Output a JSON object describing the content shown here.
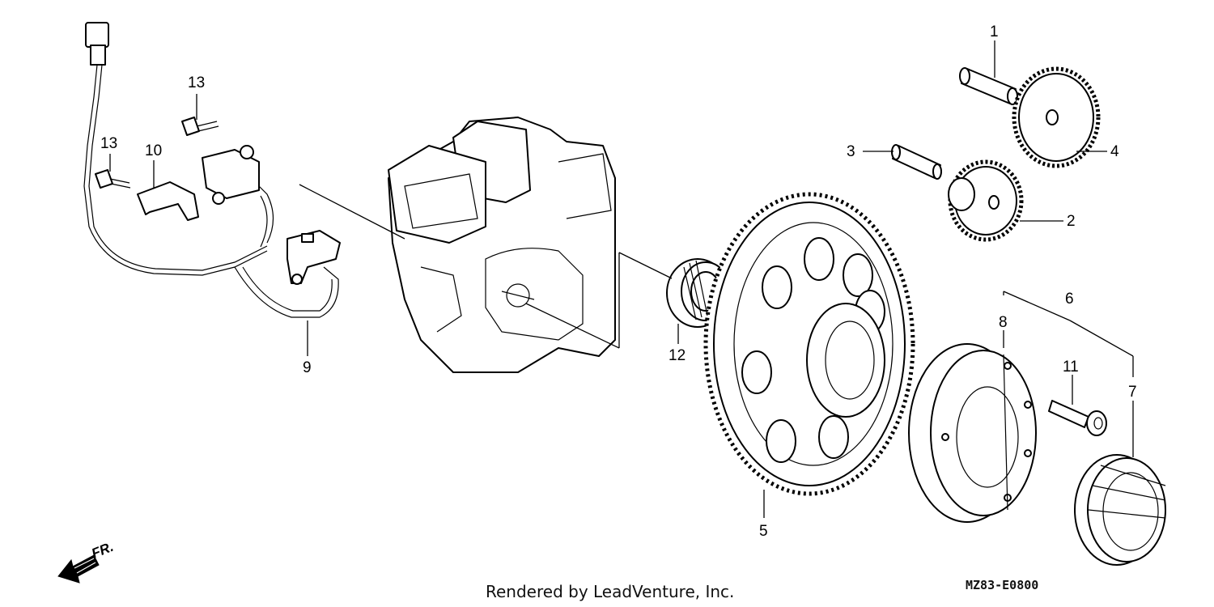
{
  "diagram": {
    "callouts": {
      "c1": "1",
      "c2": "2",
      "c3": "3",
      "c4": "4",
      "c5": "5",
      "c6": "6",
      "c7": "7",
      "c8": "8",
      "c9": "9",
      "c10": "10",
      "c11": "11",
      "c12": "12",
      "c13a": "13",
      "c13b": "13"
    },
    "direction_marker": "FR.",
    "footer_credit": "Rendered by LeadVenture, Inc.",
    "diagram_code": "MZ83-E0800"
  },
  "colors": {
    "ink": "#000000",
    "background": "#ffffff"
  },
  "icons": {
    "direction": "front-arrow-icon"
  }
}
